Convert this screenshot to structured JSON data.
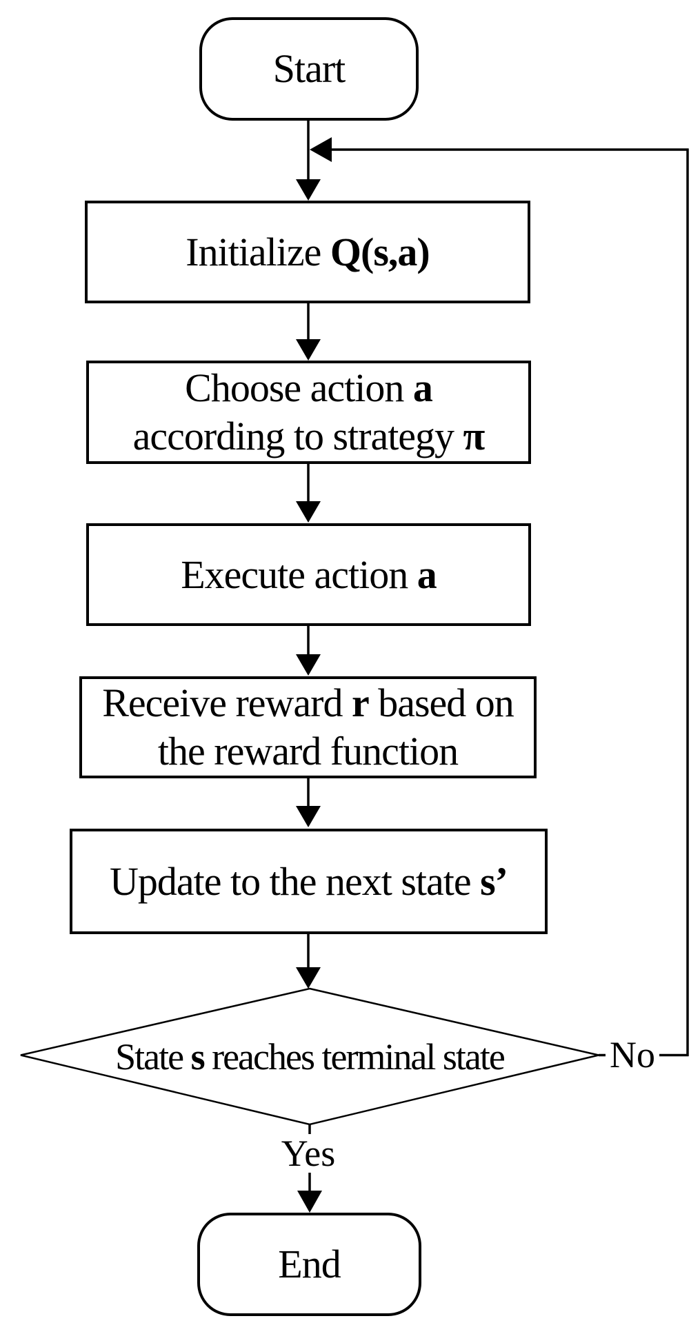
{
  "nodes": {
    "start": {
      "label": "Start"
    },
    "initialize": {
      "text": "Initialize ",
      "bold": "Q(s,a)"
    },
    "choose": {
      "line1_text": "Choose action ",
      "line1_bold": "a",
      "line2_text": "according to strategy ",
      "line2_bold": "π"
    },
    "execute": {
      "text": "Execute action ",
      "bold": "a"
    },
    "receive": {
      "line1_text": "Receive reward ",
      "line1_bold": "r",
      "line1_suffix": " based on",
      "line2": "the reward function"
    },
    "update": {
      "text": "Update to the next state ",
      "bold": "s’"
    },
    "decision": {
      "pre": "State ",
      "bold": "s",
      "post": " reaches terminal state"
    },
    "end": {
      "label": "End"
    }
  },
  "edges": {
    "yes_label": "Yes",
    "no_label": "No"
  },
  "colors": {
    "line": "#000000",
    "fill": "#ffffff"
  }
}
